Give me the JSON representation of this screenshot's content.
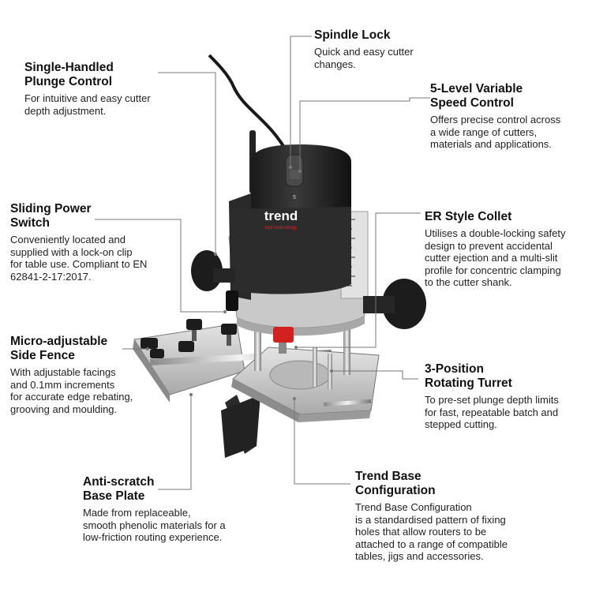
{
  "brand": {
    "logo": "trend",
    "tagline": "tool technology",
    "dial_marking": "5"
  },
  "callouts": {
    "spindle_lock": {
      "title": "Spindle Lock",
      "text": "Quick and easy cutter\nchanges."
    },
    "plunge_control": {
      "title": "Single-Handled\nPlunge Control",
      "text": "For intuitive and easy cutter\ndepth adjustment."
    },
    "speed_control": {
      "title": "5-Level Variable\nSpeed Control",
      "text": "Offers precise control across\na wide range of cutters,\nmaterials and applications."
    },
    "power_switch": {
      "title": "Sliding Power\nSwitch",
      "text": "Conveniently located and\nsupplied with a lock-on clip\nfor table use. Compliant to EN\n62841-2-17:2017."
    },
    "er_collet": {
      "title": "ER Style Collet",
      "text": "Utilises a double-locking safety\ndesign to prevent accidental\ncutter ejection and a multi-slit\nprofile for concentric clamping\nto the cutter shank."
    },
    "side_fence": {
      "title": "Micro-adjustable\nSide Fence",
      "text": "With adjustable facings\nand 0.1mm increments\nfor accurate edge rebating,\ngrooving and moulding."
    },
    "turret": {
      "title": "3-Position\nRotating Turret",
      "text": "To pre-set plunge depth limits\nfor fast, repeatable batch and\nstepped cutting."
    },
    "base_plate": {
      "title": "Anti-scratch\nBase Plate",
      "text": "Made from replaceable,\nsmooth phenolic materials for a\nlow-friction routing experience."
    },
    "base_config": {
      "title": "Trend Base\nConfiguration",
      "text": "Trend Base Configuration\nis a standardised pattern of fixing\nholes that allow routers to be\nattached to a range of compatible\ntables, jigs and accessories."
    }
  }
}
